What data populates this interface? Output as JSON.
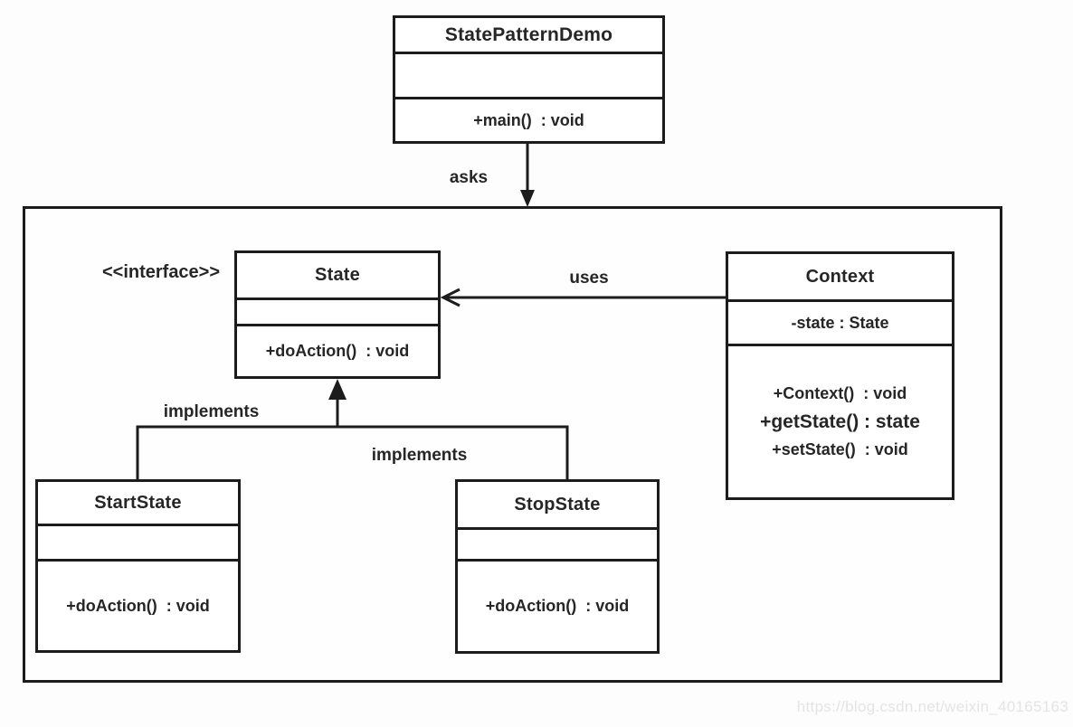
{
  "classes": {
    "state_pattern_demo": {
      "name": "StatePatternDemo",
      "methods": [
        "+main()  : void"
      ]
    },
    "state": {
      "stereotype": "<<interface>>",
      "name": "State",
      "methods": [
        "+doAction()  : void"
      ]
    },
    "context": {
      "name": "Context",
      "attributes": [
        "-state : State"
      ],
      "methods": [
        "+Context()  : void",
        "+getState() : state",
        "+setState()  : void"
      ]
    },
    "start_state": {
      "name": "StartState",
      "methods": [
        "+doAction()  : void"
      ]
    },
    "stop_state": {
      "name": "StopState",
      "methods": [
        "+doAction()  : void"
      ]
    }
  },
  "relationships": {
    "asks_label": "asks",
    "uses_label": "uses",
    "implements_left_label": "implements",
    "implements_right_label": "implements"
  },
  "watermark": "https://blog.csdn.net/weixin_40165163",
  "colors": {
    "line": "#1c1c1c",
    "text": "#262626",
    "watermark": "#e4e4e4",
    "background": "#ffffff"
  }
}
